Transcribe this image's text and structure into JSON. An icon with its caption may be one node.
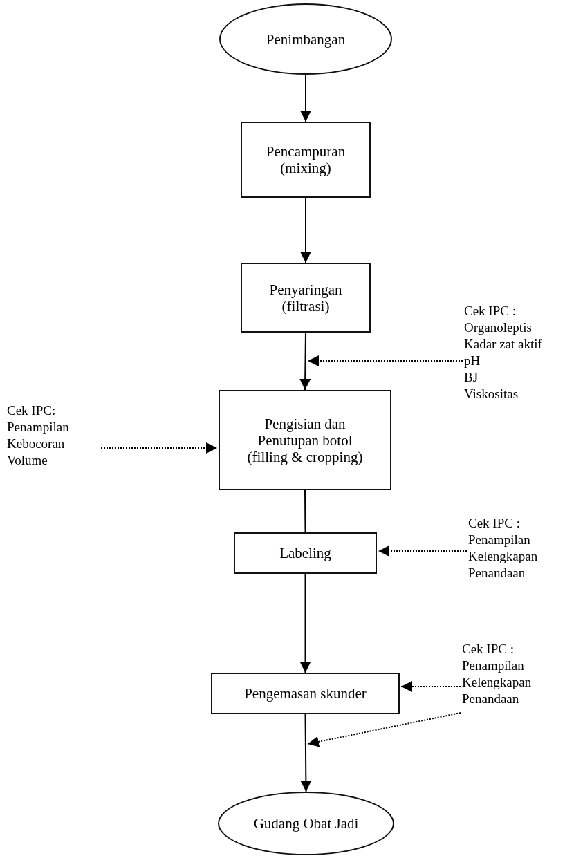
{
  "diagram": {
    "nodes": [
      {
        "text": [
          "Penimbangan"
        ]
      },
      {
        "text": [
          "Pencampuran (mixing)"
        ]
      },
      {
        "text": [
          "Penyaringan (filtrasi)"
        ]
      },
      {
        "text": [
          "Pengisian dan Penutupan botol (filling & cropping)"
        ]
      },
      {
        "text": [
          "Labeling"
        ]
      },
      {
        "text": [
          "Pengemasan skunder"
        ]
      },
      {
        "text": [
          "Gudang Obat Jadi"
        ]
      },
      {
        "text": [
          "Cek IPC :",
          "Organoleptis",
          "Kadar zat aktif",
          "pH",
          "BJ",
          "Viskositas"
        ]
      },
      {
        "text": [
          "Cek IPC:",
          "Penampilan",
          "Kebocoran",
          "Volume"
        ]
      },
      {
        "text": [
          "Cek IPC :",
          "Penampilan",
          "Kelengkapan",
          "Penandaan"
        ]
      },
      {
        "text": [
          "Cek IPC :",
          "Penampilan",
          "Kelengkapan",
          "Penandaan"
        ]
      }
    ],
    "edges": [
      {
        "from": 0,
        "to": 1,
        "arrow": "to"
      },
      {
        "from": 1,
        "to": 2,
        "arrow": "to"
      },
      {
        "from": 2,
        "to": 3,
        "arrow": "to"
      },
      {
        "from": 3,
        "to": 4,
        "arrow": "none"
      },
      {
        "from": 4,
        "to": 5,
        "arrow": "to"
      },
      {
        "from": 5,
        "to": 6,
        "arrow": "to"
      },
      {
        "from": 7,
        "to": null,
        "arrow": "to",
        "style": "dashed"
      },
      {
        "from": 8,
        "to": 3,
        "arrow": "to",
        "style": "dashed"
      },
      {
        "from": 9,
        "to": 4,
        "arrow": "to",
        "style": "dashed"
      },
      {
        "from": 10,
        "to": 5,
        "arrow": "to",
        "style": "dashed"
      },
      {
        "from": 10,
        "to": null,
        "arrow": "to",
        "style": "dashed"
      }
    ]
  }
}
